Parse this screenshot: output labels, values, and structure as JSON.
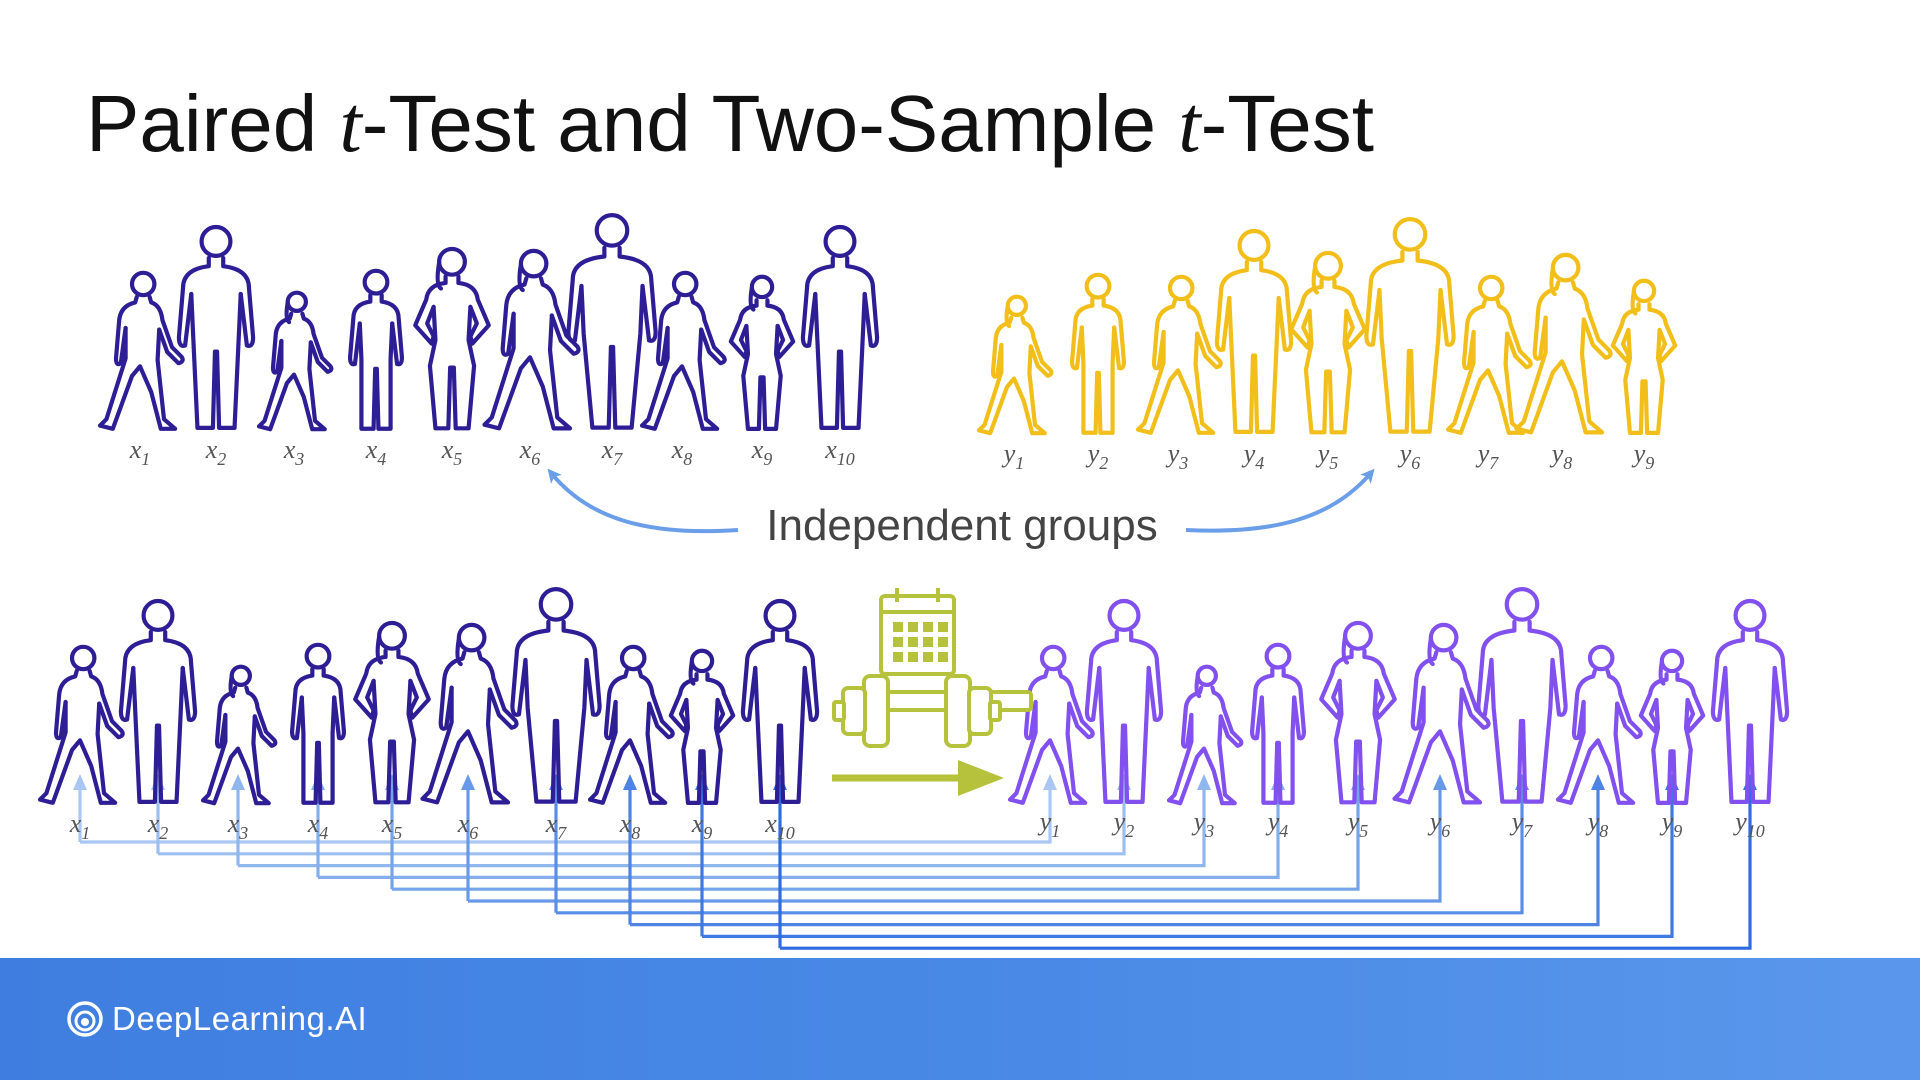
{
  "title": {
    "part1": "Paired ",
    "t1": "t",
    "part2": "-Test and Two-Sample ",
    "t2": "t",
    "part3": "-Test"
  },
  "independent_label": "Independent groups",
  "groups": {
    "x_group": {
      "color": "#2e1e96",
      "symbol": "x",
      "subscripts": [
        "1",
        "2",
        "3",
        "4",
        "5",
        "6",
        "7",
        "8",
        "9",
        "10"
      ],
      "figures": [
        "walking-man",
        "standing-man",
        "walking-girl",
        "standing-boy",
        "hands-on-hips-woman",
        "walking-woman",
        "tall-man",
        "walking-man",
        "hands-on-hips-girl",
        "standing-man"
      ]
    },
    "y_group": {
      "color": "#f2bf1a",
      "symbol": "y",
      "subscripts": [
        "1",
        "2",
        "3",
        "4",
        "5",
        "6",
        "7",
        "8",
        "9"
      ],
      "figures": [
        "walking-girl",
        "standing-boy",
        "walking-man",
        "standing-man",
        "hands-on-hips-woman",
        "tall-man",
        "walking-man",
        "walking-woman",
        "hands-on-hips-girl"
      ]
    },
    "paired_before": {
      "color": "#2e1e96",
      "symbol": "x",
      "subscripts": [
        "1",
        "2",
        "3",
        "4",
        "5",
        "6",
        "7",
        "8",
        "9",
        "10"
      ],
      "figures": [
        "walking-man",
        "standing-man",
        "walking-girl",
        "standing-boy",
        "hands-on-hips-woman",
        "walking-woman",
        "tall-man",
        "walking-man",
        "hands-on-hips-girl",
        "standing-man"
      ]
    },
    "paired_after": {
      "color": "#8150ee",
      "symbol": "y",
      "subscripts": [
        "1",
        "2",
        "3",
        "4",
        "5",
        "6",
        "7",
        "8",
        "9",
        "10"
      ],
      "figures": [
        "walking-man",
        "standing-man",
        "walking-girl",
        "standing-boy",
        "hands-on-hips-woman",
        "walking-woman",
        "tall-man",
        "walking-man",
        "hands-on-hips-girl",
        "standing-man"
      ]
    }
  },
  "colors": {
    "arc_arrow": "#6a9ee8",
    "treatment_icon": "#b6c23c",
    "pair_links": [
      "#a9c7f2",
      "#9dbff0",
      "#90b6ee",
      "#84aeec",
      "#76a4ea",
      "#6899e8",
      "#5a8ee6",
      "#4c83e4",
      "#3f78e2",
      "#2f6ce0"
    ],
    "footer": "#4a8ae6"
  },
  "icons": {
    "treatment": "calendar-dumbbell-icon",
    "logo": "deeplearning-ai-logo-icon"
  },
  "brand": "DeepLearning.AI"
}
